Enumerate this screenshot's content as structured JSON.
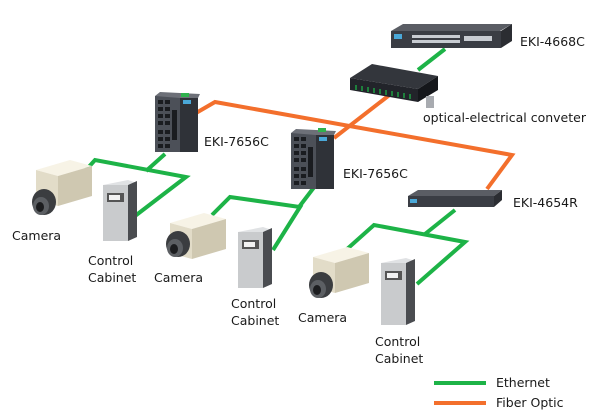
{
  "colors": {
    "ethernet": "#1db347",
    "fiber": "#f36f2c",
    "device_dark": "#3a3d44",
    "device_accent": "#4aa8d8",
    "camera_body": "#efeadb",
    "cabinet_body": "#c9cbcd"
  },
  "devices": {
    "eki_4668c": "EKI-4668C",
    "converter": "optical-electrical conveter",
    "eki_7656c_1": "EKI-7656C",
    "eki_7656c_2": "EKI-7656C",
    "eki_4654r": "EKI-4654R"
  },
  "endpoints": {
    "camera_1": "Camera",
    "camera_2": "Camera",
    "camera_3": "Camera",
    "cabinet_1": [
      "Control",
      "Cabinet"
    ],
    "cabinet_2": [
      "Control",
      "Cabinet"
    ],
    "cabinet_3": [
      "Control",
      "Cabinet"
    ]
  },
  "legend": {
    "items": [
      {
        "label": "Ethernet",
        "type": "ethernet"
      },
      {
        "label": "Fiber Optic",
        "type": "fiber"
      }
    ]
  }
}
